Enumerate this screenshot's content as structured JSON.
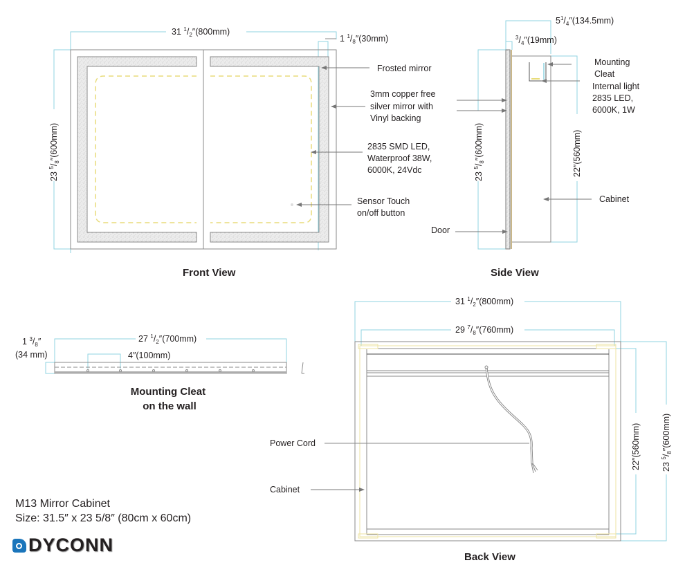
{
  "front_view": {
    "title": "Front View",
    "width_dim": {
      "whole": "31 ",
      "frac_num": "1",
      "frac_den": "2",
      "rest": "″(800mm)"
    },
    "height_dim": {
      "whole": "23 ",
      "frac_num": "5",
      "frac_den": "8",
      "rest": "″(600mm)"
    },
    "edge_dim": {
      "whole": "1 ",
      "frac_num": "1",
      "frac_den": "8",
      "rest": "″(30mm)"
    },
    "callouts": [
      {
        "lines": [
          "Frosted mirror"
        ]
      },
      {
        "lines": [
          "3mm copper free",
          "silver mirror with",
          "Vinyl backing"
        ]
      },
      {
        "lines": [
          "2835 SMD LED,",
          "Waterproof 38W,",
          "6000K, 24Vdc"
        ]
      },
      {
        "lines": [
          "Sensor Touch",
          "on/off button"
        ]
      }
    ]
  },
  "side_view": {
    "title": "Side View",
    "depth_dim": {
      "whole": "5",
      "frac_num": "1",
      "frac_den": "4",
      "rest": "″(134.5mm)"
    },
    "door_dim": {
      "whole": "",
      "frac_num": "3",
      "frac_den": "4",
      "rest": "″(19mm)"
    },
    "height_dim": {
      "whole": "23 ",
      "frac_num": "5",
      "frac_den": "8",
      "rest": "″(600mm)"
    },
    "cabinet_height_dim": "22″(560mm)",
    "callouts": [
      {
        "lines": [
          "Mounting",
          "Cleat"
        ]
      },
      {
        "lines": [
          "Internal light",
          "2835 LED,",
          "6000K, 1W"
        ]
      },
      {
        "lines": [
          "Cabinet"
        ]
      },
      {
        "lines": [
          "Door"
        ]
      }
    ]
  },
  "cleat_view": {
    "title_lines": [
      "Mounting Cleat",
      "on the wall"
    ],
    "length_dim": {
      "whole": "27 ",
      "frac_num": "1",
      "frac_den": "2",
      "rest": "″(700mm)"
    },
    "spacing_dim": "4″(100mm)",
    "height_dim": {
      "whole": "1 ",
      "frac_num": "3",
      "frac_den": "8",
      "rest": "″",
      "mm": "(34 mm)"
    }
  },
  "back_view": {
    "title": "Back View",
    "outer_width_dim": {
      "whole": "31 ",
      "frac_num": "1",
      "frac_den": "2",
      "rest": "″(800mm)"
    },
    "inner_width_dim": {
      "whole": "29 ",
      "frac_num": "7",
      "frac_den": "8",
      "rest": "″(760mm)"
    },
    "inner_height_dim": "22″(560mm)",
    "outer_height_dim": {
      "whole": "23 ",
      "frac_num": "5",
      "frac_den": "8",
      "rest": "″(600mm)"
    },
    "callouts": [
      {
        "lines": [
          "Power Cord"
        ]
      },
      {
        "lines": [
          "Cabinet"
        ]
      }
    ]
  },
  "product": {
    "name": "M13 Mirror Cabinet",
    "size": "Size: 31.5″ x 23 5/8″ (80cm x 60cm)"
  },
  "brand": {
    "name": "DYCONN",
    "logo_icon": "droplet-eye-icon",
    "color": "#1a75bb"
  },
  "colors": {
    "dimension": "#8fd3e0",
    "led": "#e8dc7a",
    "outline": "#8a8a8a"
  }
}
